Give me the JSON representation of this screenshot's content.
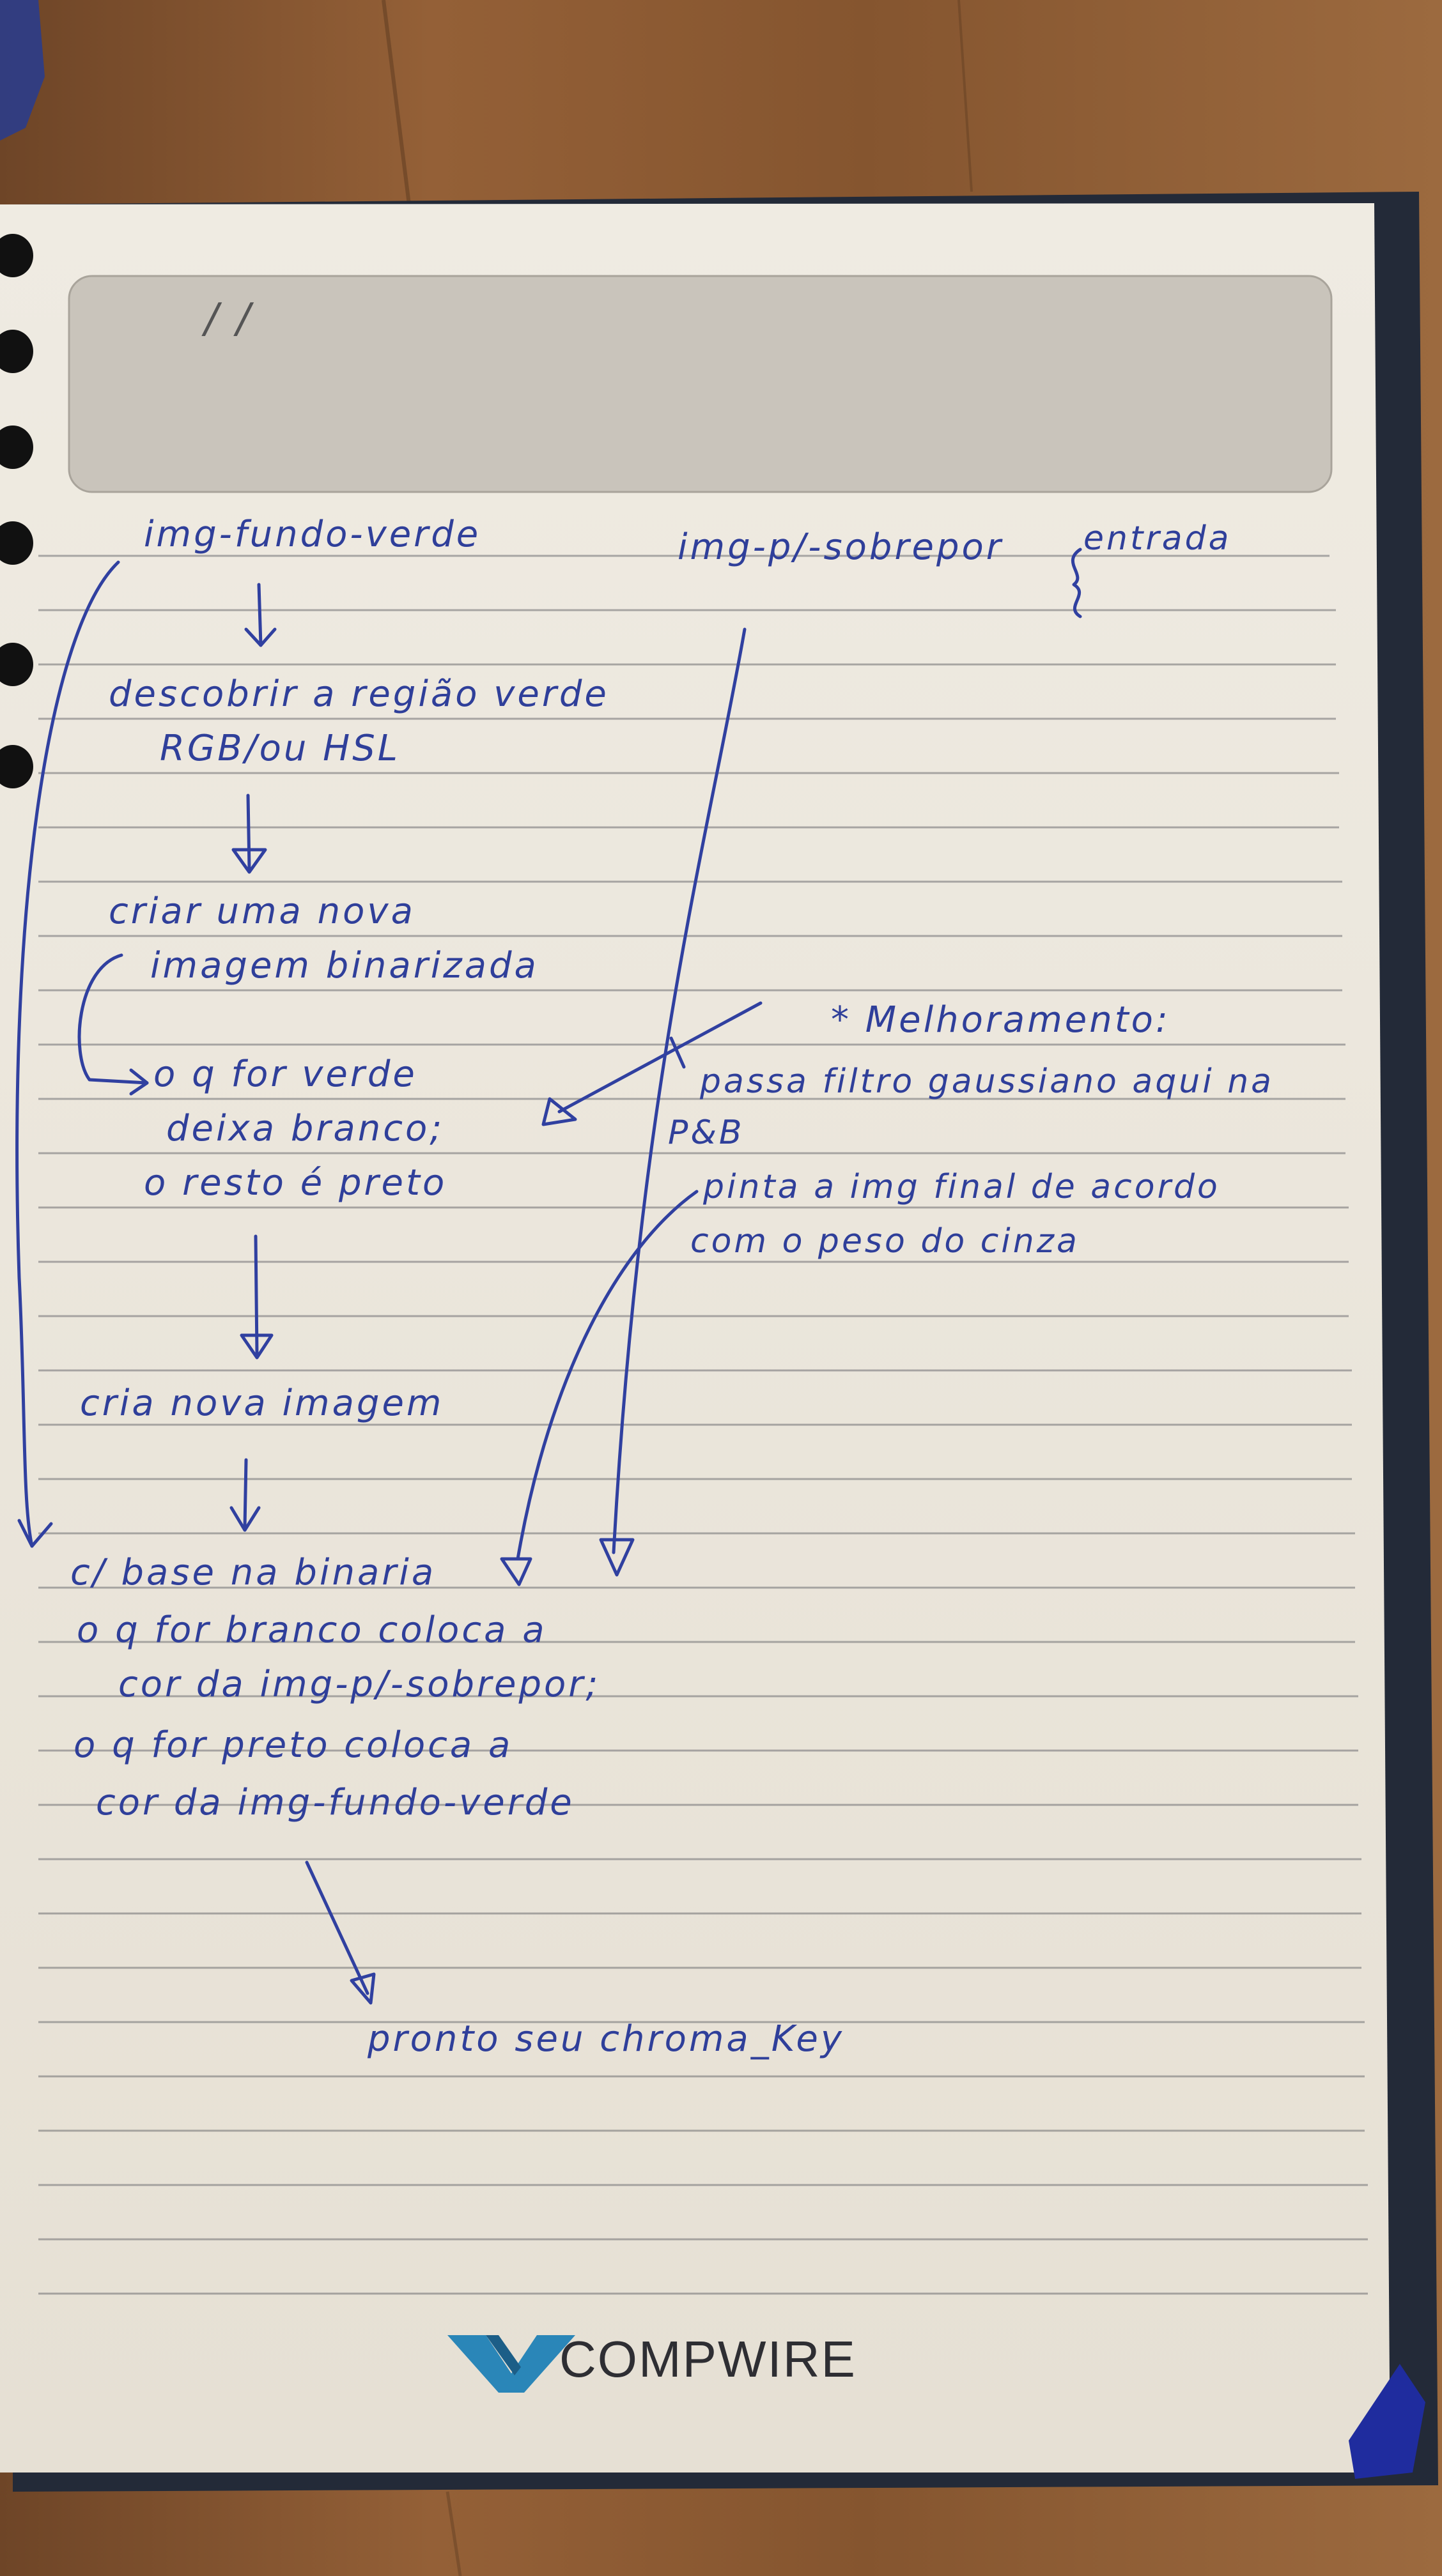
{
  "notes": {
    "left_col": {
      "l1": "img-fundo-verde",
      "l2": "descobrir a região verde",
      "l3": "RGB/ou HSL",
      "l4": "criar uma nova",
      "l5": "imagem binarizada",
      "l6": "o q for verde",
      "l7": "deixa branco;",
      "l8": "o resto é preto",
      "l9": "cria nova imagem",
      "l10": "c/ base na binaria",
      "l11": "o q for branco coloca a",
      "l12": "cor da img-p/-sobrepor;",
      "l13": "o q for preto coloca a",
      "l14": "cor da img-fundo-verde",
      "l15": "pronto seu chroma_Key"
    },
    "right_col": {
      "r1": "img-p/-sobrepor",
      "r2": "entrada",
      "r3": "* Melhoramento:",
      "r4": "passa filtro gaussiano aqui na",
      "r5": "P&B",
      "r6": "pinta a img final de acordo",
      "r7": "com o peso do cinza"
    }
  },
  "date_field": "/ /",
  "brand": {
    "name": "COMPWIRE"
  },
  "colors": {
    "ink": "#2f3f9a",
    "paper": "#ece6da",
    "desk": "#8a5a33",
    "cover": "#232a38",
    "logo_blue": "#2a86b8"
  }
}
